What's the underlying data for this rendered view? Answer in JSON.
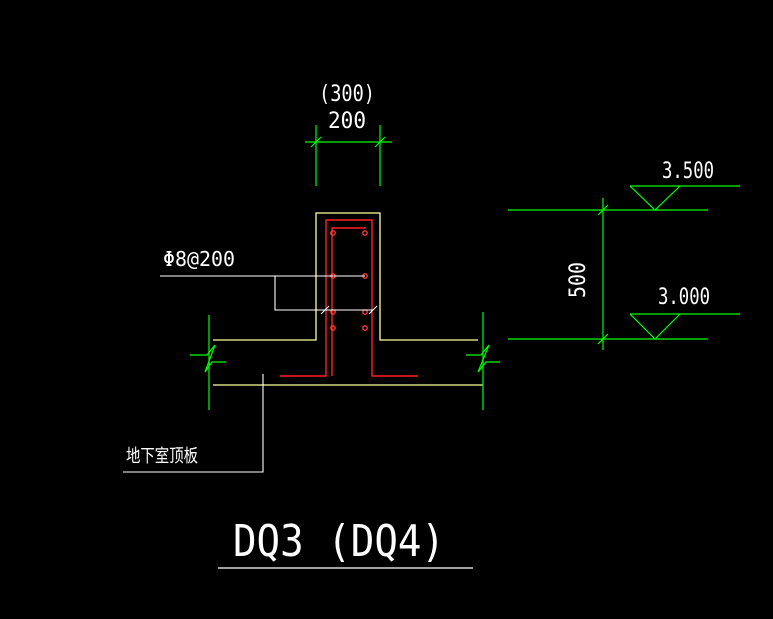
{
  "colors": {
    "background": "#000000",
    "dimension": "#00ff00",
    "outline": "#ffff99",
    "leader": "#ffffff",
    "rebar": "#ff2020",
    "text": "#ffffff"
  },
  "dimensions": {
    "width_alt": "(300)",
    "width": "200",
    "height": "500"
  },
  "elevations": {
    "top": "3.500",
    "bottom": "3.000"
  },
  "annotations": {
    "rebar_spec": "Φ8@200",
    "slab_label": "地下室顶板"
  },
  "title": "DQ3 (DQ4)"
}
